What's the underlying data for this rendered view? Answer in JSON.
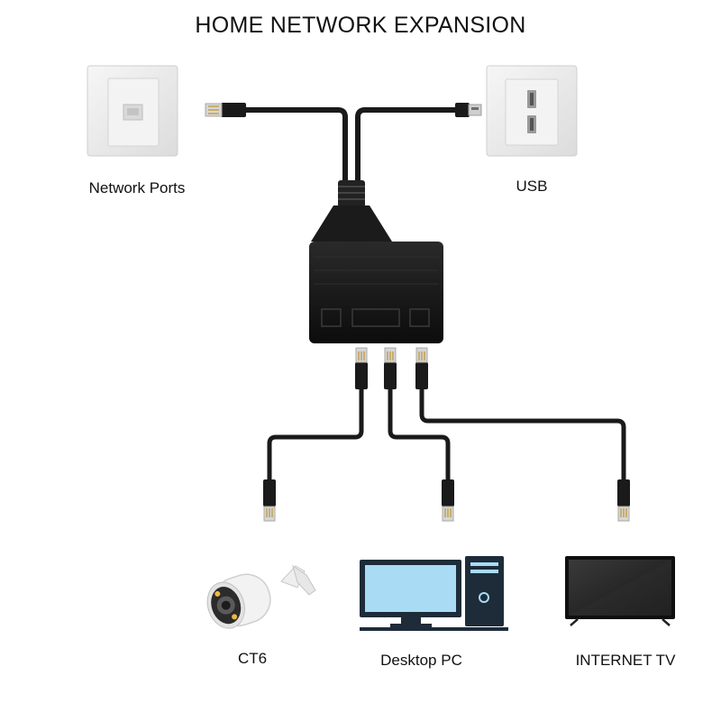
{
  "title": "HOME NETWORK EXPANSION",
  "inputs": [
    {
      "label": "Network Ports",
      "icon": "ethernet-wall-plate-icon"
    },
    {
      "label": "USB",
      "icon": "usb-wall-socket-icon"
    }
  ],
  "hub": {
    "icon": "ethernet-splitter-hub-icon",
    "output_ports": 3
  },
  "devices": [
    {
      "label": "CT6",
      "icon": "security-camera-icon"
    },
    {
      "label": "Desktop PC",
      "icon": "desktop-pc-icon"
    },
    {
      "label": "INTERNET TV",
      "icon": "internet-tv-icon"
    }
  ],
  "colors": {
    "cable": "#1a1a1a",
    "hub": "#141414",
    "plate": "#e9e9e9",
    "screen": "#a9dcf4",
    "metal": "#c8c8c8"
  }
}
